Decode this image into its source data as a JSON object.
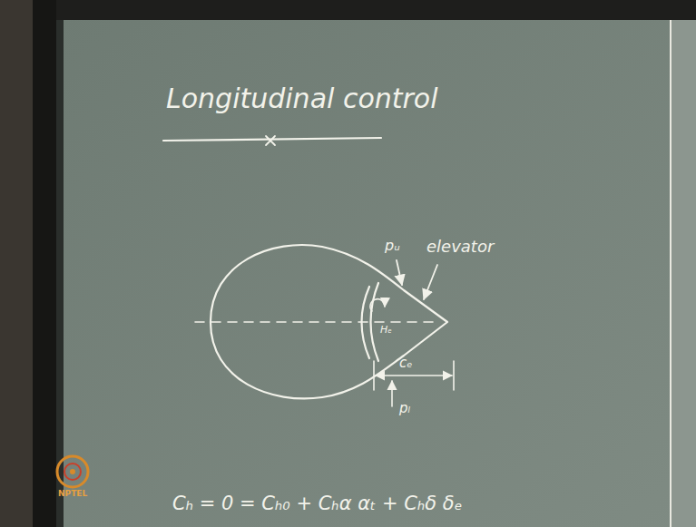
{
  "diagram": {
    "title": "Longitudinal control",
    "labels": [
      "pᵤ",
      "elevator",
      "Hₑ",
      "cₑ",
      "pₗ",
      "Cₕ = 0 = Cₕ₀ + Cₕα αₜ + Cₕδ δₑ",
      "NPTEL"
    ]
  }
}
